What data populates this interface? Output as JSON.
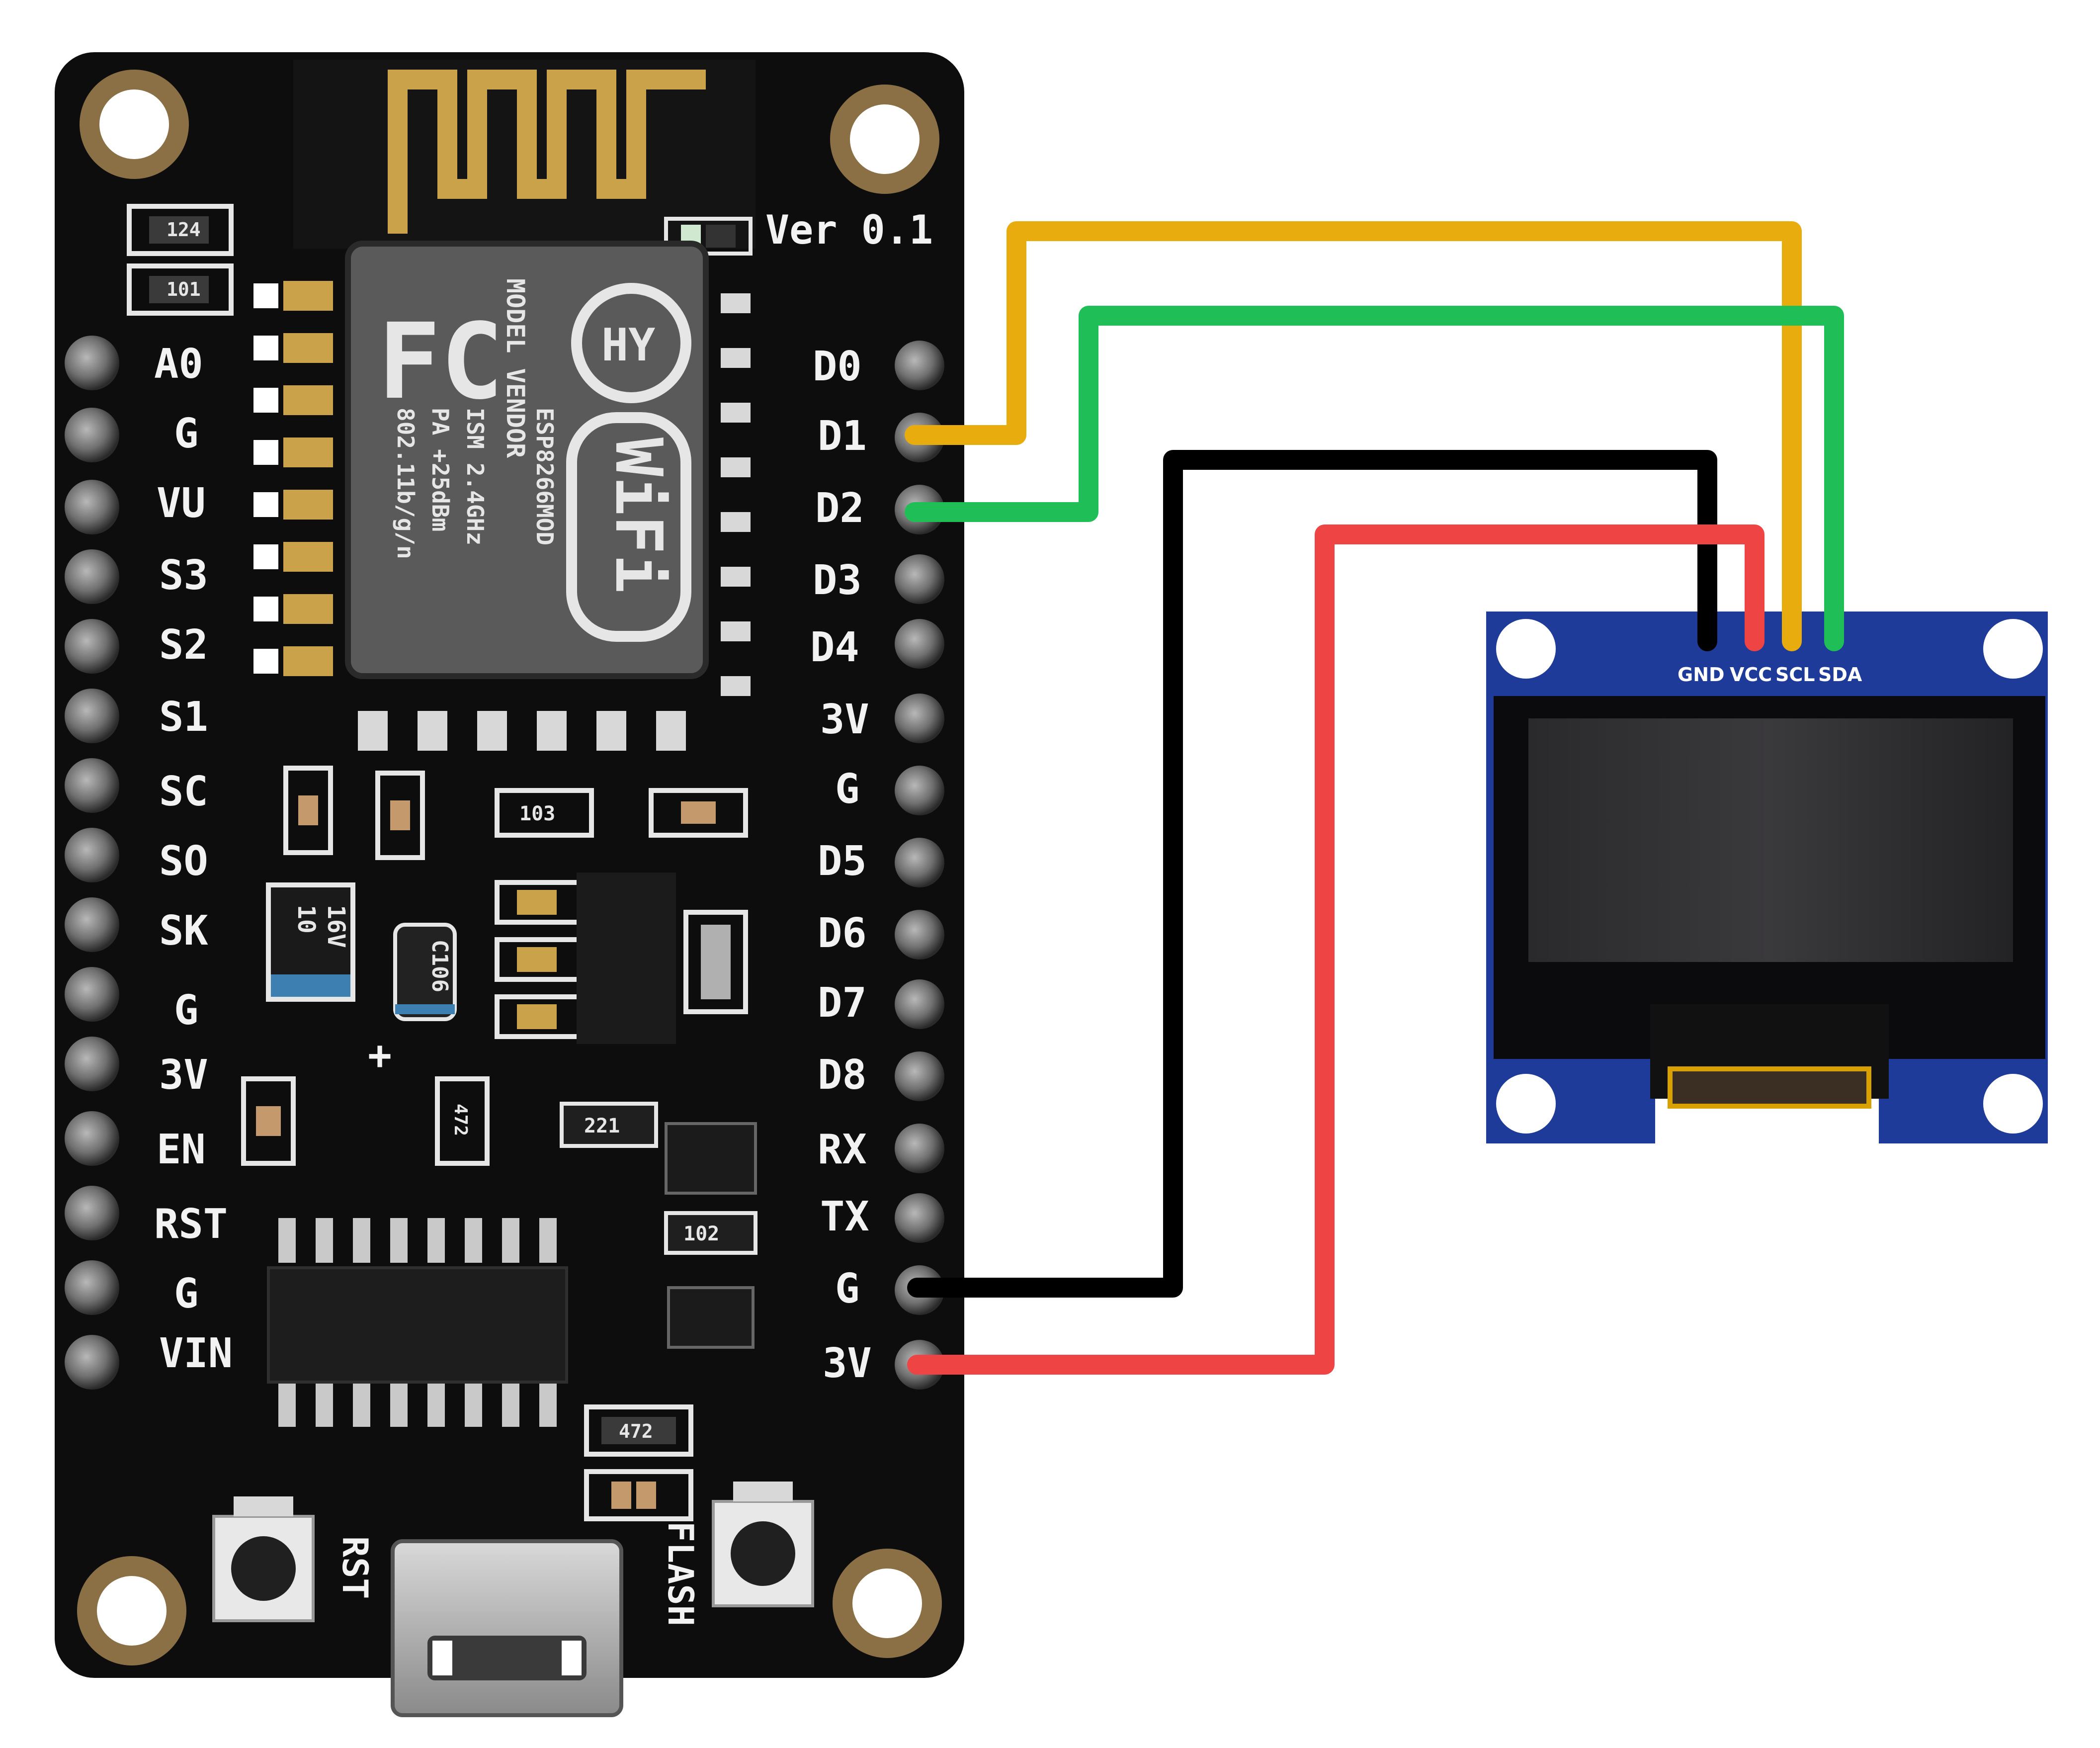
{
  "board": {
    "version_label": "Ver 0.1",
    "left_pins": [
      "A0",
      "G",
      "VU",
      "S3",
      "S2",
      "S1",
      "SC",
      "SO",
      "SK",
      "G",
      "3V",
      "EN",
      "RST",
      "G",
      "VIN"
    ],
    "right_pins": [
      "D0",
      "D1",
      "D2",
      "D3",
      "D4",
      "3V",
      "G",
      "D5",
      "D6",
      "D7",
      "D8",
      "RX",
      "TX",
      "G",
      "3V"
    ],
    "button_rst": "RST",
    "button_flash": "FLASH",
    "module": {
      "vendor": "MODEL VENDOR",
      "model": "ESP8266MOD",
      "ism": "ISM 2.4GHz",
      "pa": "PA +25dBm",
      "std": "802.11b/g/n",
      "wifi_badge": "WiFi"
    },
    "markings": {
      "r1": "103",
      "r2": "221",
      "r3": "102",
      "r4": "472",
      "r5": "472",
      "cap1_a": "10",
      "cap1_b": "16V",
      "cap2": "C106",
      "top_r1": "124",
      "top_r2": "101"
    }
  },
  "oled": {
    "pins": [
      "GND",
      "VCC",
      "SCL",
      "SDA"
    ]
  },
  "wires": [
    {
      "from": "D1",
      "to": "SCL",
      "color": "#e8ac0f"
    },
    {
      "from": "D2",
      "to": "SDA",
      "color": "#1fbe57"
    },
    {
      "from": "G",
      "to": "GND",
      "color": "#000000"
    },
    {
      "from": "3V",
      "to": "VCC",
      "color": "#ee4444"
    }
  ]
}
